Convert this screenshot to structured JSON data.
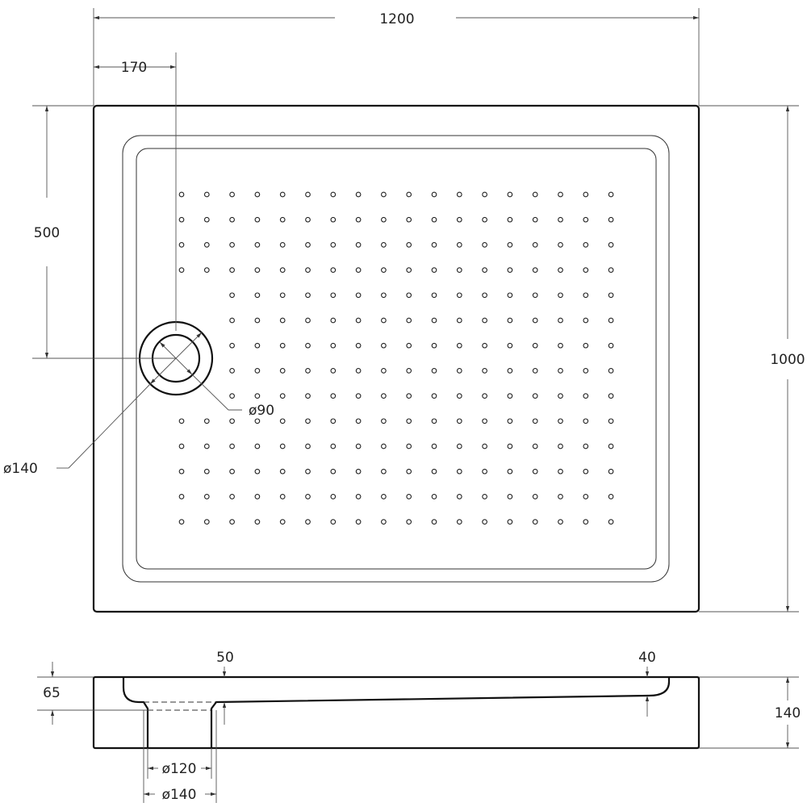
{
  "dimensions": {
    "width": "1200",
    "drain_offset_x": "170",
    "drain_offset_y": "500",
    "depth": "1000",
    "drain_inner_diameter": "ø90",
    "drain_outer_diameter": "ø140",
    "side_drain_depth": "65",
    "side_floor_at_drain": "50",
    "side_floor_far": "40",
    "height": "140",
    "pipe_inner_diameter": "ø120",
    "pipe_outer_diameter": "ø140"
  },
  "pattern": {
    "columns": 18,
    "rows": 14
  }
}
